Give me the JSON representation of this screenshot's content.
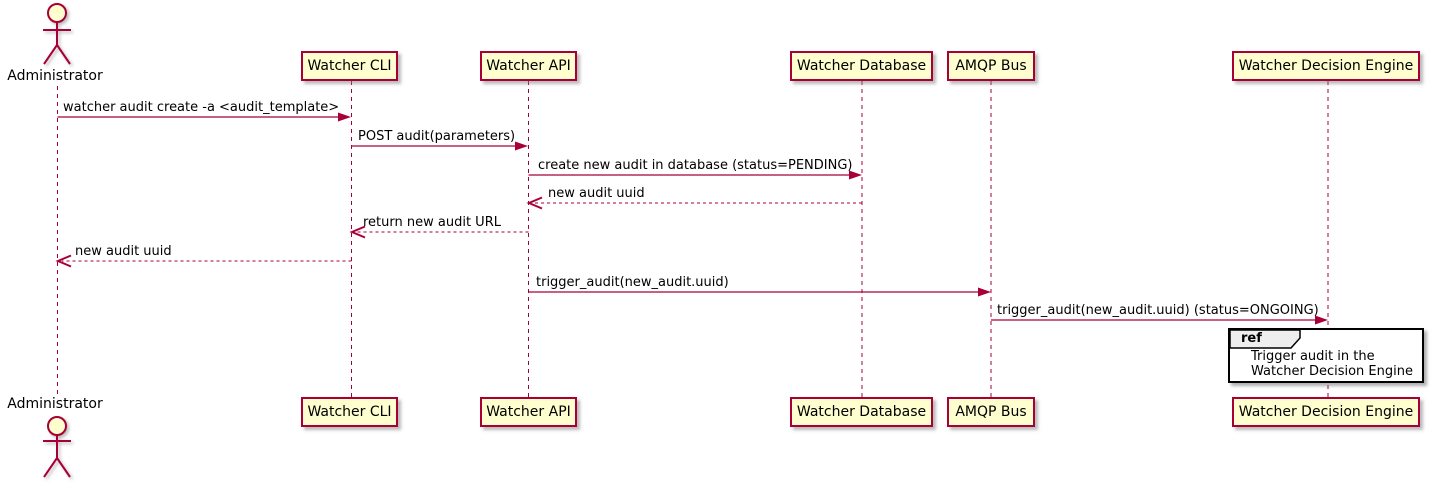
{
  "diagram_type": "sequence-diagram",
  "actor": {
    "name": "Administrator"
  },
  "participants": [
    {
      "name": "Watcher CLI"
    },
    {
      "name": "Watcher API"
    },
    {
      "name": "Watcher Database"
    },
    {
      "name": "AMQP Bus"
    },
    {
      "name": "Watcher Decision Engine"
    }
  ],
  "messages": [
    {
      "from": "Administrator",
      "to": "Watcher CLI",
      "label": "watcher audit create -a <audit_template>",
      "line": "solid"
    },
    {
      "from": "Watcher CLI",
      "to": "Watcher API",
      "label": "POST audit(parameters)",
      "line": "solid"
    },
    {
      "from": "Watcher API",
      "to": "Watcher Database",
      "label": "create new audit in database (status=PENDING)",
      "line": "solid"
    },
    {
      "from": "Watcher Database",
      "to": "Watcher API",
      "label": "new audit uuid",
      "line": "dashed"
    },
    {
      "from": "Watcher API",
      "to": "Watcher CLI",
      "label": "return new audit URL",
      "line": "dashed"
    },
    {
      "from": "Watcher CLI",
      "to": "Administrator",
      "label": "new audit uuid",
      "line": "dashed"
    },
    {
      "from": "Watcher API",
      "to": "AMQP Bus",
      "label": "trigger_audit(new_audit.uuid)",
      "line": "solid"
    },
    {
      "from": "AMQP Bus",
      "to": "Watcher Decision Engine",
      "label": "trigger_audit(new_audit.uuid) (status=ONGOING)",
      "line": "solid"
    }
  ],
  "ref": {
    "keyword": "ref",
    "line1": "Trigger audit in the",
    "line2": "Watcher Decision Engine"
  },
  "colors": {
    "participant_fill": "#FEFECE",
    "participant_border": "#A80036",
    "arrow": "#A80036",
    "lifeline": "#A80036",
    "ref_header_fill": "#EEEEEE",
    "ref_border": "#000000",
    "text": "#000000"
  }
}
